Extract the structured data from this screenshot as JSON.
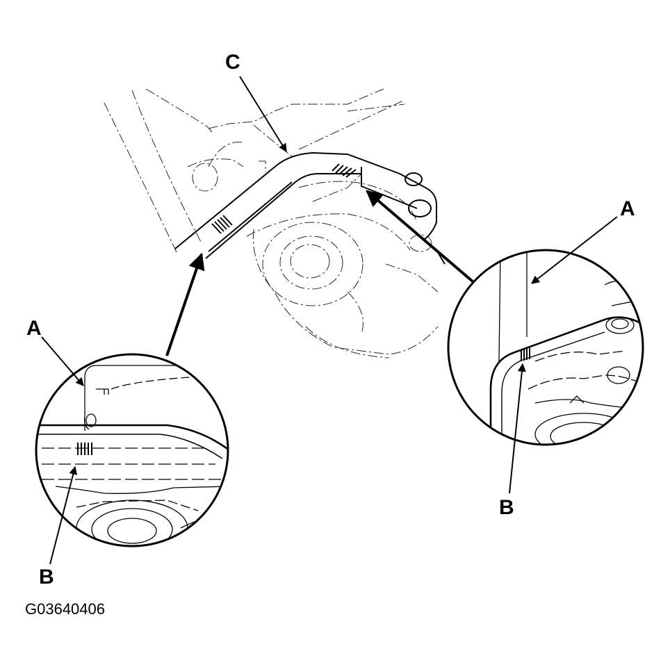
{
  "diagram": {
    "labels": {
      "c_main": "C",
      "a_right": "A",
      "b_right": "B",
      "a_left": "A",
      "b_left": "B"
    },
    "figure_id": "G03640406",
    "colors": {
      "ink": "#000000",
      "paper": "#ffffff"
    }
  }
}
